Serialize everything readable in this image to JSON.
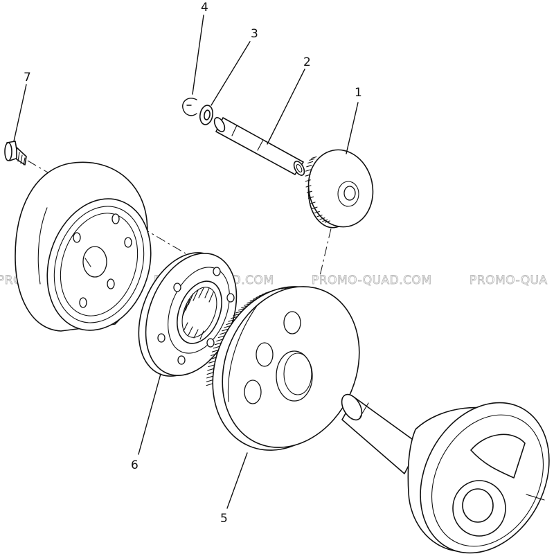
{
  "diagram": {
    "callouts": [
      {
        "id": "1",
        "label": "1"
      },
      {
        "id": "2",
        "label": "2"
      },
      {
        "id": "3",
        "label": "3"
      },
      {
        "id": "4",
        "label": "4"
      },
      {
        "id": "5",
        "label": "5"
      },
      {
        "id": "6",
        "label": "6"
      },
      {
        "id": "7",
        "label": "7"
      }
    ],
    "watermarks": [
      "PROMO-QUAD.COM",
      "PROMO-QUAD.COM",
      "PROMO-QUAD.COM",
      "PROMO-QUA"
    ]
  }
}
